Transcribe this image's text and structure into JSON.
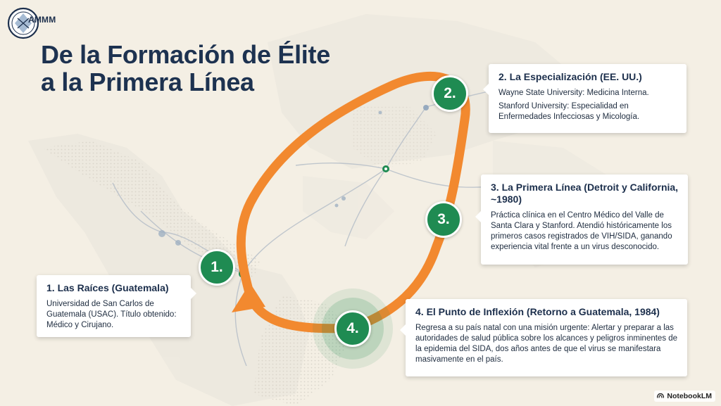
{
  "brand": {
    "logo_text": "AMMM"
  },
  "title": {
    "line1": "De la Formación de Élite",
    "line2": "a la Primera Línea"
  },
  "steps": [
    {
      "number": "1.",
      "heading": "1. Las Raíces (Guatemala)",
      "body": [
        "Universidad de San Carlos de Guatemala (USAC). Título obtenido: Médico y Cirujano."
      ]
    },
    {
      "number": "2.",
      "heading": "2. La Especialización (EE. UU.)",
      "body": [
        "Wayne State University: Medicina Interna.",
        "Stanford University: Especialidad en Enfermedades Infecciosas y Micología."
      ]
    },
    {
      "number": "3.",
      "heading": "3. La Primera Línea (Detroit y California, ~1980)",
      "body": [
        "Práctica clínica en el Centro Médico del Valle de Santa Clara y Stanford. Atendió históricamente los primeros casos registrados de VIH/SIDA, ganando experiencia vital frente a un virus desconocido."
      ]
    },
    {
      "number": "4.",
      "heading": "4. El Punto de Inflexión (Retorno a Guatemala, 1984)",
      "body": [
        "Regresa a su país natal con una misión urgente: Alertar y preparar a las autoridades de salud pública sobre los alcances y peligros inminentes de la epidemia del SIDA, dos años antes de que el virus se manifestara masivamente en el país."
      ]
    }
  ],
  "colors": {
    "accent_orange": "#f2892f",
    "node_green": "#1f8b52",
    "title_navy": "#1d3250",
    "background": "#f4efe4"
  },
  "icons": {
    "logo": "seal-emblem-icon",
    "watermark": "notebooklm-icon"
  },
  "watermark": {
    "label": "NotebookLM"
  }
}
